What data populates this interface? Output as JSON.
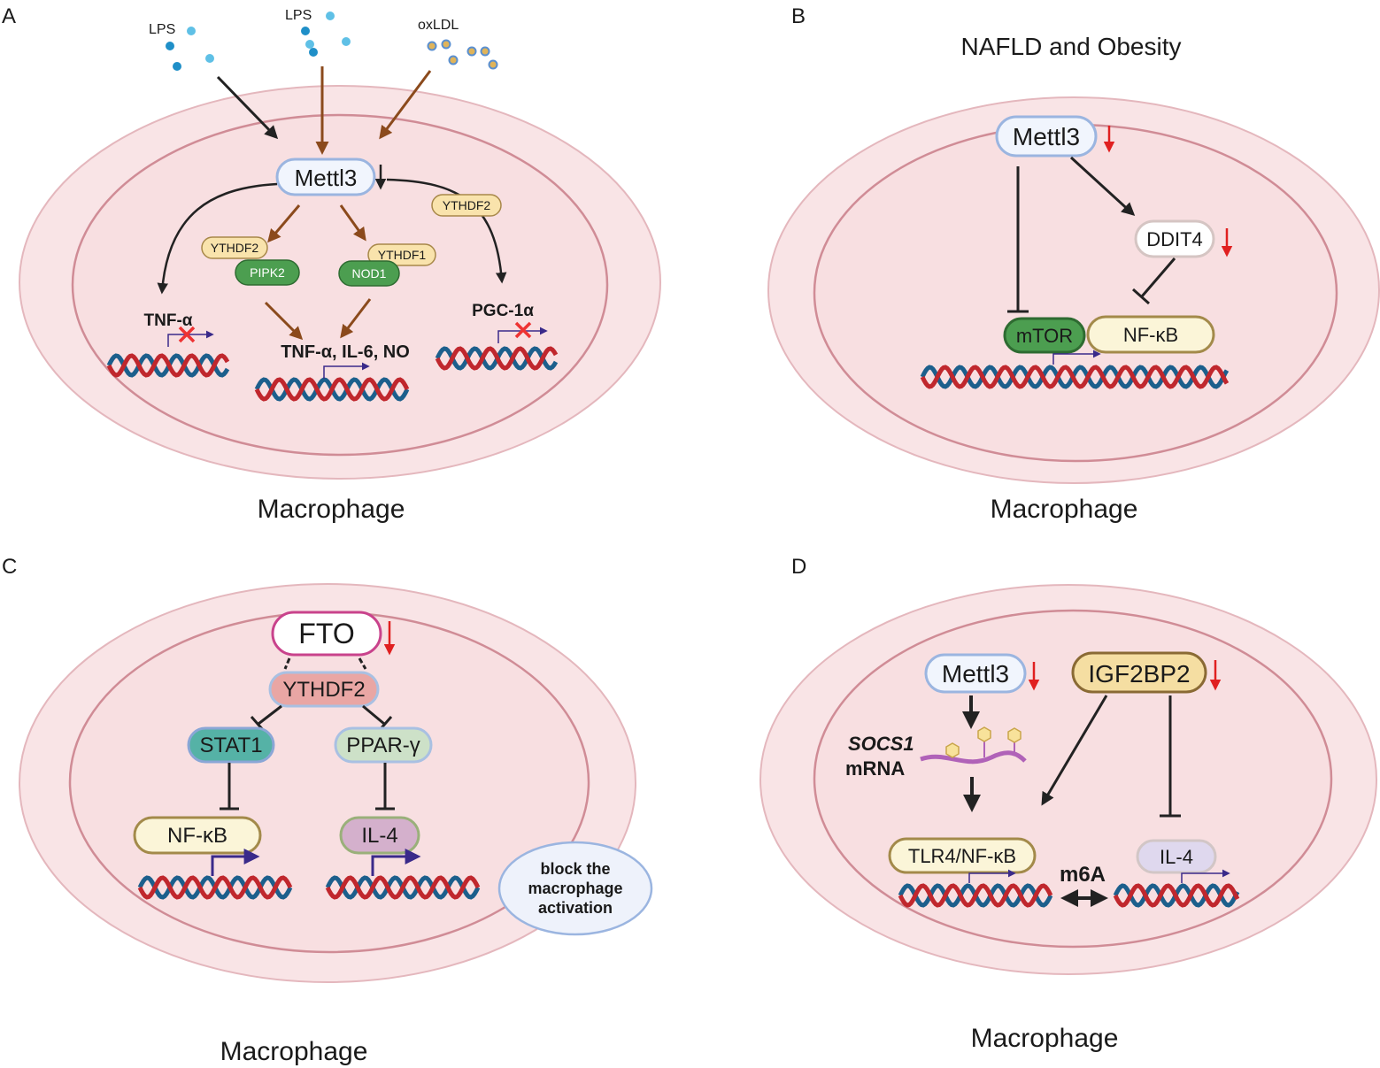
{
  "panels": {
    "a": {
      "label": "A",
      "stimuli": [
        "LPS",
        "LPS",
        "oxLDL"
      ],
      "center": "Mettl3",
      "readers": [
        "YTHDF2",
        "YTHDF1",
        "YTHDF2"
      ],
      "targets": [
        "PIPK2",
        "NOD1"
      ],
      "genes": [
        "TNF-α",
        "TNF-α, IL-6, NO",
        "PGC-1α"
      ],
      "caption": "Macrophage"
    },
    "b": {
      "label": "B",
      "title": "NAFLD and Obesity",
      "center": "Mettl3",
      "mid": "DDIT4",
      "targets": [
        "mTOR",
        "NF-κB"
      ],
      "caption": "Macrophage"
    },
    "c": {
      "label": "C",
      "center": "FTO",
      "reader": "YTHDF2",
      "mid": [
        "STAT1",
        "PPAR-γ"
      ],
      "targets": [
        "NF-κB",
        "IL-4"
      ],
      "note": [
        "block the",
        "macrophage",
        "activation"
      ],
      "caption": "Macrophage"
    },
    "d": {
      "label": "D",
      "left": "Mettl3",
      "right": "IGF2BP2",
      "mrna": [
        "SOCS1",
        "mRNA"
      ],
      "targets": [
        "TLR4/NF-κB",
        "IL-4"
      ],
      "link": "m6A",
      "caption": "Macrophage"
    }
  },
  "colors": {
    "cell_outer": "#f9e4e6",
    "cell_inner": "#f8dfe1",
    "down_arrow": "#e02020",
    "brown_arrow": "#8b4a1c",
    "dna_red": "#c0272d",
    "dna_blue": "#1c5f8c"
  }
}
